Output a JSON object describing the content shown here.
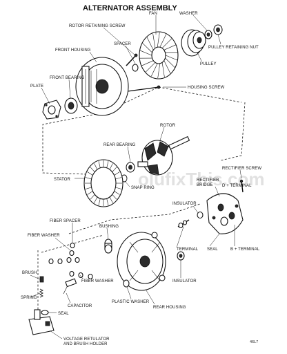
{
  "title": "ALTERNATOR ASSEMBLY",
  "watermark": "olufixThis.com",
  "figure_code": "46L7",
  "labels": {
    "fan": "FAN",
    "washer": "WASHER",
    "rotor_retaining_screw": "ROTOR RETAINING SCREW",
    "spacer": "SPACER",
    "front_housing": "FRONT HOUSING",
    "pulley_retaining_nut": "PULLEY RETAINING NUT",
    "pulley": "PULLEY",
    "front_bearing": "FRONT BEARING",
    "plate": "PLATE",
    "housing_screw": "HOUSING SCREW",
    "rotor": "ROTOR",
    "rear_bearing": "REAR BEARING",
    "rectifier_screw": "RECTIFIER SCREW",
    "stator": "STATOR",
    "snap_ring": "SNAP RING",
    "rectifier_bridge": "RECTIFIER BRIDGE",
    "d_terminal": "D + TERMINAL",
    "insulator_top": "INSULATOR",
    "fiber_spacer": "FIBER SPACER",
    "bushing": "BUSHING",
    "fiber_washer_left": "FIBER WASHER",
    "terminal": "TERMINAL",
    "seal_right": "SEAL",
    "b_terminal": "B + TERMINAL",
    "brush": "BRUSH",
    "fiber_washer_mid": "FIBER WASHER",
    "insulator_bottom": "INSULATOR",
    "spring": "SPRING",
    "capacitor": "CAPACITOR",
    "plastic_washer": "PLASTIC WASHER",
    "rear_housing": "REAR HOUSING",
    "seal_left": "SEAL",
    "voltage_regulator_line1": "VOLTAGE RETULATOR",
    "voltage_regulator_line2": "AND BRUSH HOLDER"
  }
}
